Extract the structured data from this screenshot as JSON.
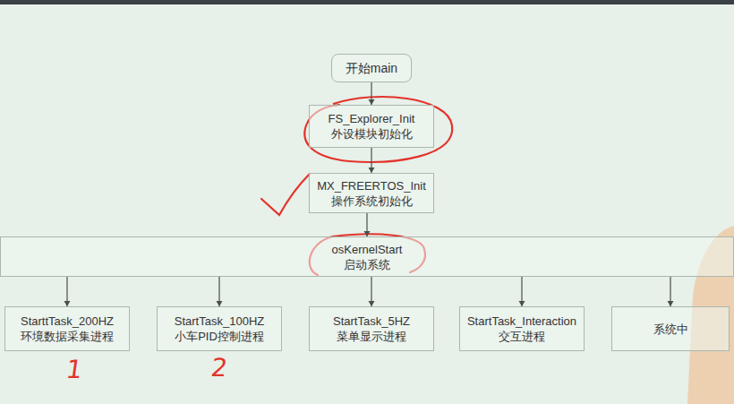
{
  "diagram": {
    "nodes": [
      {
        "text": [
          "开始main"
        ]
      },
      {
        "text": [
          "FS_Explorer_Init",
          "外设模块初始化"
        ]
      },
      {
        "text": [
          "MX_FREERTOS_Init",
          "操作系统初始化"
        ]
      },
      {
        "text": [
          "osKernelStart",
          "启动系统"
        ]
      },
      {
        "text": [
          "StarttTask_200HZ",
          "环境数据采集进程"
        ]
      },
      {
        "text": [
          "StartTask_100HZ",
          "小车PID控制进程"
        ]
      },
      {
        "text": [
          "StartTask_5HZ",
          "菜单显示进程"
        ]
      },
      {
        "text": [
          "StartTask_Interaction",
          "交互进程"
        ]
      },
      {
        "text": [
          "系统中"
        ]
      }
    ],
    "edges": [
      {
        "from": 0,
        "to": 1,
        "arrow": "to"
      },
      {
        "from": 1,
        "to": 2,
        "arrow": "to"
      },
      {
        "from": 2,
        "to": 3,
        "arrow": "to"
      },
      {
        "from": 3,
        "to": 4,
        "arrow": "to"
      },
      {
        "from": 3,
        "to": 5,
        "arrow": "to"
      },
      {
        "from": 3,
        "to": 6,
        "arrow": "to"
      },
      {
        "from": 3,
        "to": 7,
        "arrow": "to"
      },
      {
        "from": 3,
        "to": 8,
        "arrow": "to"
      }
    ],
    "labels": [
      "1",
      "2"
    ]
  }
}
